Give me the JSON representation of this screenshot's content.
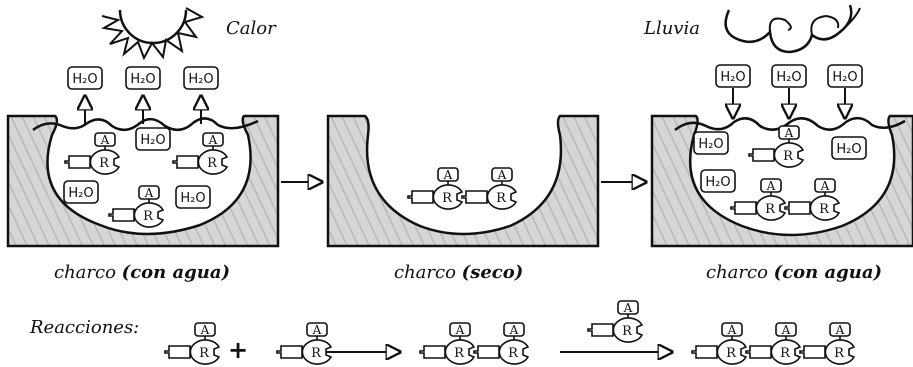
{
  "weather": {
    "heat_label": "Calor",
    "rain_label": "Lluvia"
  },
  "puddles": [
    {
      "caption_plain": "charco",
      "caption_bold": "(con agua)"
    },
    {
      "caption_plain": "charco",
      "caption_bold": "(seco)"
    },
    {
      "caption_plain": "charco",
      "caption_bold": "(con agua)"
    }
  ],
  "reactions": {
    "label": "Reacciones:",
    "plus": "+"
  },
  "symbols": {
    "water_formula": "H₂O",
    "a_label": "A",
    "r_label": "R"
  },
  "colors": {
    "ground_fill": "#d6d6d6",
    "ground_hatch": "#b8b8b8",
    "ink": "#111111"
  }
}
